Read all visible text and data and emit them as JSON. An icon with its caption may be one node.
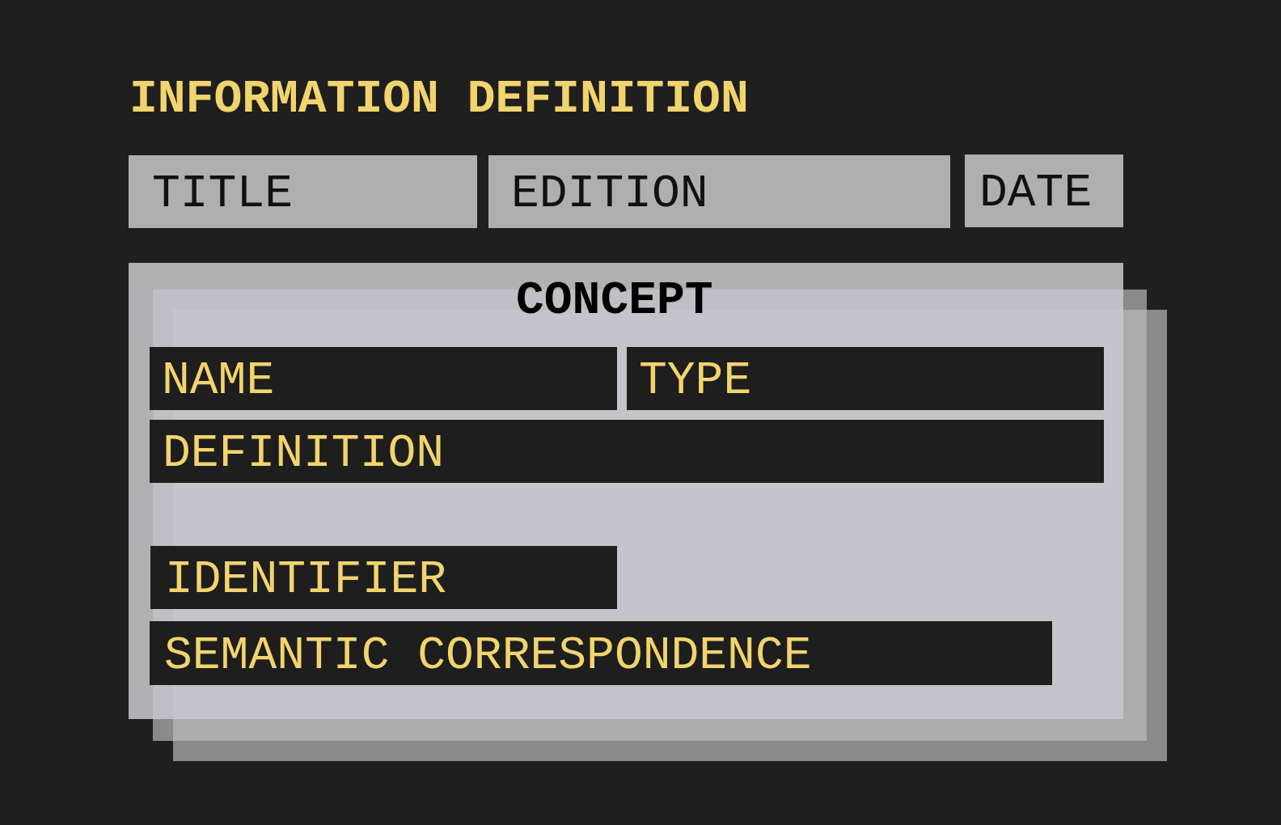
{
  "diagram": {
    "title": "INFORMATION DEFINITION",
    "nodes": [
      {
        "text": [
          "TITLE"
        ]
      },
      {
        "text": [
          "EDITION"
        ]
      },
      {
        "text": [
          "DATE"
        ]
      },
      {
        "text": [
          "CONCEPT"
        ]
      },
      {
        "text": [
          "NAME"
        ],
        "in": 3
      },
      {
        "text": [
          "TYPE"
        ],
        "in": 3
      },
      {
        "text": [
          "DEFINITION"
        ],
        "in": 3
      },
      {
        "text": [
          "IDENTIFIER"
        ],
        "in": 3
      },
      {
        "text": [
          "SEMANTIC CORRESPONDENCE"
        ],
        "in": 3
      }
    ]
  }
}
